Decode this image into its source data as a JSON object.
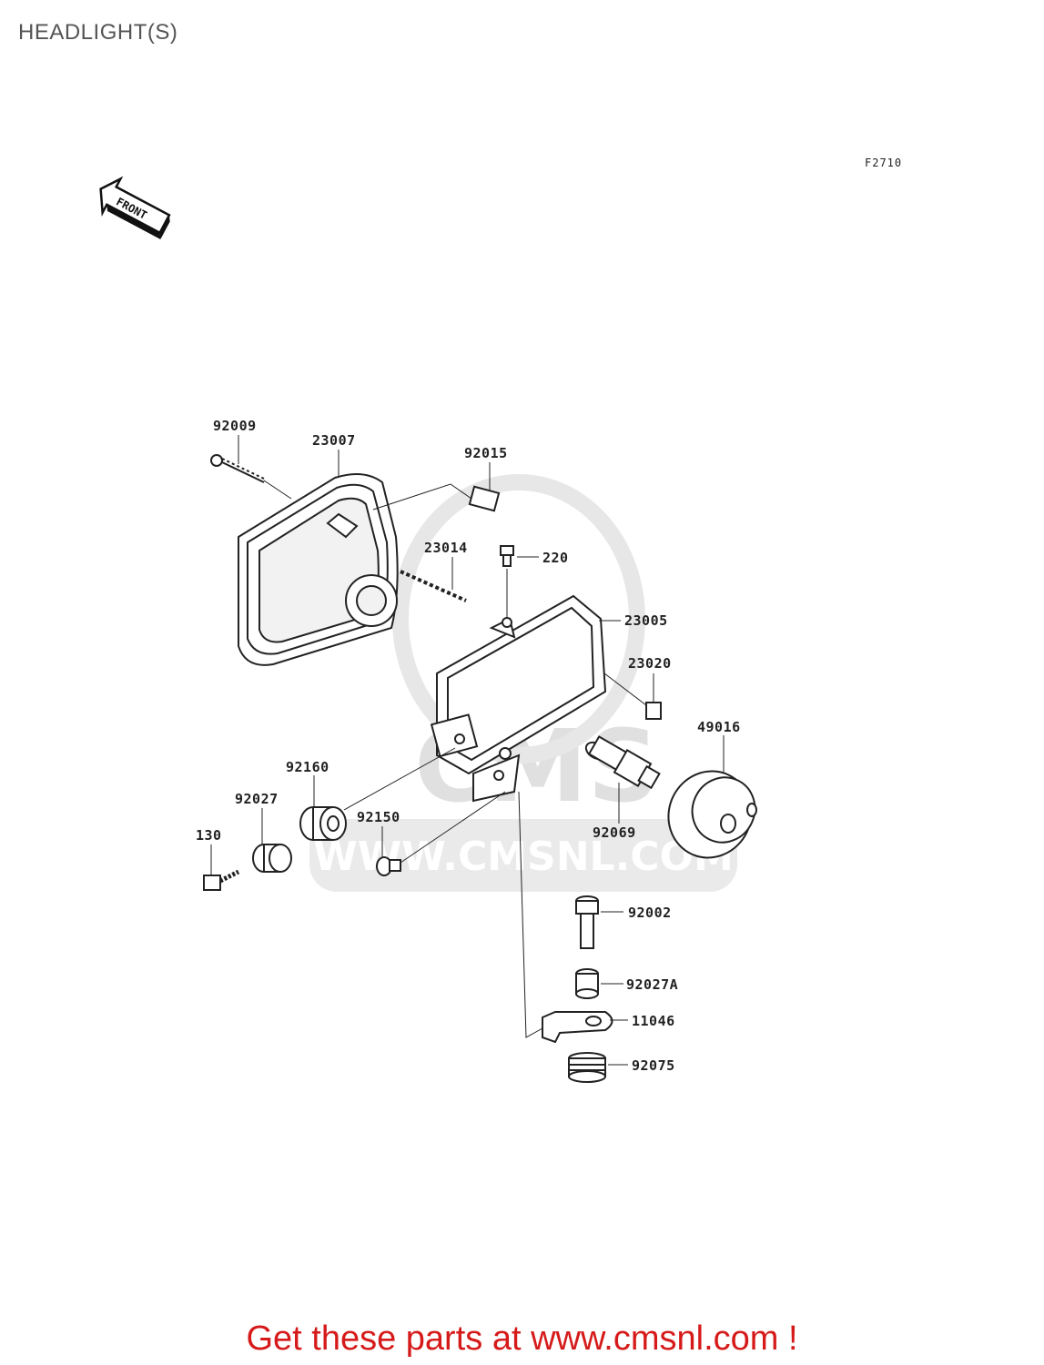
{
  "page": {
    "title": "HEADLIGHT(S)",
    "figure_code": "F2710",
    "front_label": "FRONT"
  },
  "watermark": {
    "text": "WWW.CMSNL.COM",
    "logo": "CMS"
  },
  "parts": [
    {
      "id": "92009",
      "label": "92009"
    },
    {
      "id": "23007",
      "label": "23007"
    },
    {
      "id": "92015",
      "label": "92015"
    },
    {
      "id": "23014",
      "label": "23014"
    },
    {
      "id": "220",
      "label": "220"
    },
    {
      "id": "23005",
      "label": "23005"
    },
    {
      "id": "23020",
      "label": "23020"
    },
    {
      "id": "49016",
      "label": "49016"
    },
    {
      "id": "92160",
      "label": "92160"
    },
    {
      "id": "92027",
      "label": "92027"
    },
    {
      "id": "92150",
      "label": "92150"
    },
    {
      "id": "130",
      "label": "130"
    },
    {
      "id": "92069",
      "label": "92069"
    },
    {
      "id": "92002",
      "label": "92002"
    },
    {
      "id": "92027A",
      "label": "92027A"
    },
    {
      "id": "11046",
      "label": "11046"
    },
    {
      "id": "92075",
      "label": "92075"
    }
  ],
  "footer": {
    "text": "Get these parts at www.cmsnl.com !"
  }
}
